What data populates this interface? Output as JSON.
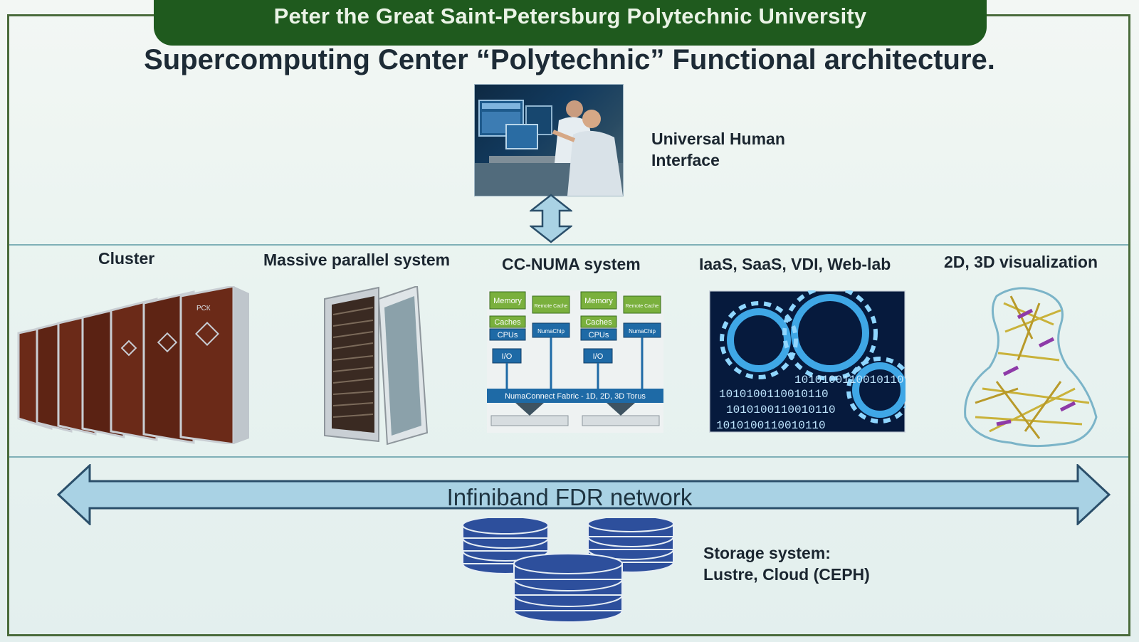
{
  "banner": "Peter the Great Saint-Petersburg Polytechnic University",
  "title": "Supercomputing Center “Polytechnic” Functional architecture.",
  "human_interface": "Universal Human\nInterface",
  "systems": {
    "cluster": "Cluster",
    "mpp": "Massive parallel system",
    "ccnuma": "CC-NUMA system",
    "cloud": "IaaS, SaaS, VDI, Web-lab",
    "viz": "2D, 3D visualization"
  },
  "numa": {
    "memory": "Memory",
    "remote_cache": "Remote Cache",
    "caches": "Caches",
    "cpus": "CPUs",
    "numachip": "NumaChip",
    "io": "I/O",
    "fabric": "NumaConnect Fabric - 1D, 2D, 3D Torus"
  },
  "network": "Infiniband FDR network",
  "storage": "Storage system:\nLustre, Cloud (CEPH)",
  "binary_text": "1010100110010110",
  "rack_logo": "РСК",
  "colors": {
    "banner": "#1f5a1e",
    "arrow_fill": "#a9d2e4",
    "arrow_stroke": "#2b4f6a",
    "storage": "#2d4f9c"
  },
  "icons": [
    "double-arrow-vertical-icon",
    "double-arrow-horizontal-icon",
    "database-icon",
    "gear-icon"
  ]
}
